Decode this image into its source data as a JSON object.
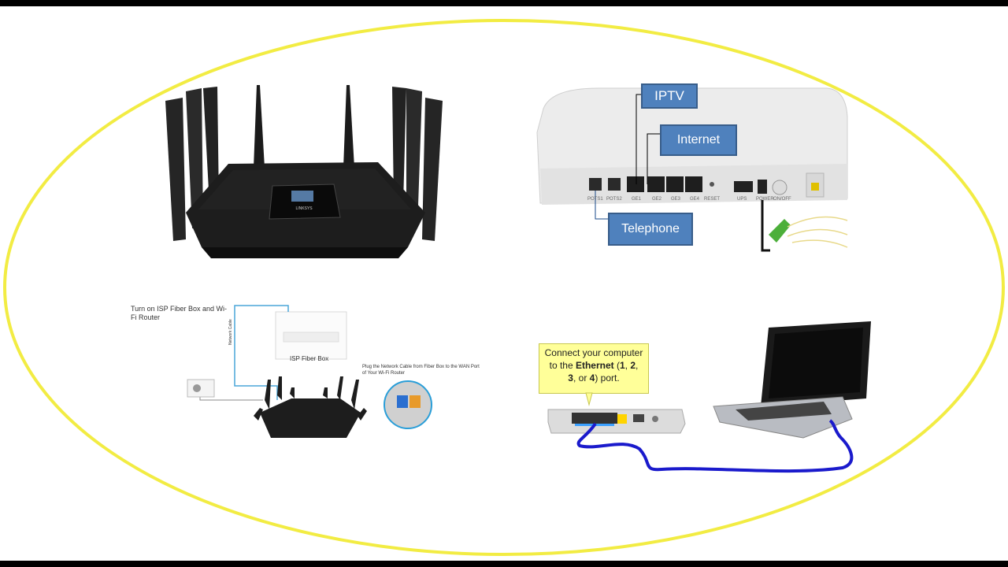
{
  "onu_labels": {
    "iptv": "IPTV",
    "internet": "Internet",
    "telephone": "Telephone"
  },
  "onu_ports": [
    "POTS1",
    "POTS2",
    "GE1",
    "GE2",
    "GE3",
    "GE4",
    "RESET",
    "UPS",
    "POWER",
    "ON/OFF"
  ],
  "router_brand": "LINKSYS",
  "setup_diagram": {
    "step_text": "Turn on ISP Fiber Box and Wi-Fi Router",
    "fiber_box_label": "ISP Fiber Box",
    "network_cable_label": "Network Cable",
    "plug_instruction": "Plug the Network Cable from Fiber Box to the WAN Port of Your Wi-Fi Router"
  },
  "callout": {
    "line1": "Connect your computer",
    "line2_prefix": "to the ",
    "line2_bold": "Ethernet",
    "line2_suffix_a": " (",
    "n1": "1",
    "sep1": ", ",
    "n2": "2",
    "line2_suffix_b": ",",
    "n3": "3",
    "line3_mid": ", or ",
    "n4": "4",
    "line3_suffix": ") port."
  },
  "colors": {
    "ellipse_border": "#f2ec43",
    "label_fill": "#4f81bd",
    "label_border": "#385d8a",
    "callout_fill": "#ffff99",
    "cable": "#1a1acc"
  }
}
